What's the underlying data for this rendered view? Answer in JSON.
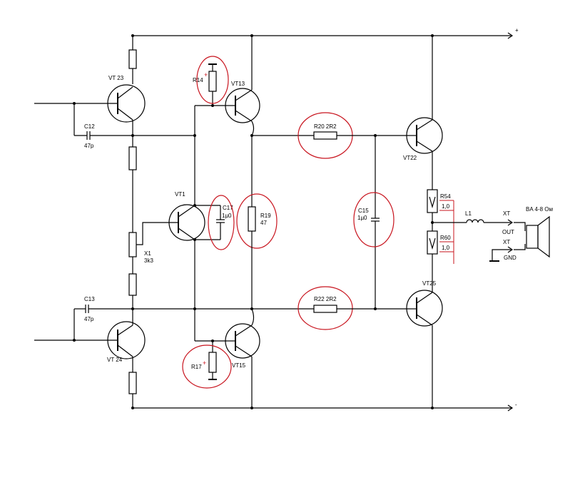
{
  "rails": {
    "plus": "+",
    "minus": "-"
  },
  "transistors": {
    "vt23": "VT 23",
    "vt13": "VT13",
    "vt1": "VT1",
    "vt15": "VT15",
    "vt24": "VT 24",
    "vt22": "VT22",
    "vt25": "VT25"
  },
  "components": {
    "r14": "R14",
    "r17": "R17",
    "c12": "C12",
    "c12_val": "47p",
    "c13": "C13",
    "c13_val": "47p",
    "c17": "C17",
    "c17_val": "1µ0",
    "r19": "R19",
    "r19_val": "47",
    "x1": "X1",
    "x1_val": "3k3",
    "r20": "R20 2R2",
    "r22": "R22 2R2",
    "c15": "C15",
    "c15_val": "1µ0",
    "r54": "R54",
    "r54_val": "1,0",
    "r60": "R60",
    "r60_val": "1,0",
    "l1": "L1"
  },
  "output": {
    "xt_top": "XT",
    "out": "OUT",
    "xt_bottom": "XT",
    "gnd": "GND",
    "speaker": "BA 4-8 Ом"
  },
  "colors": {
    "wire": "#000000",
    "annotation": "#c8141e"
  }
}
